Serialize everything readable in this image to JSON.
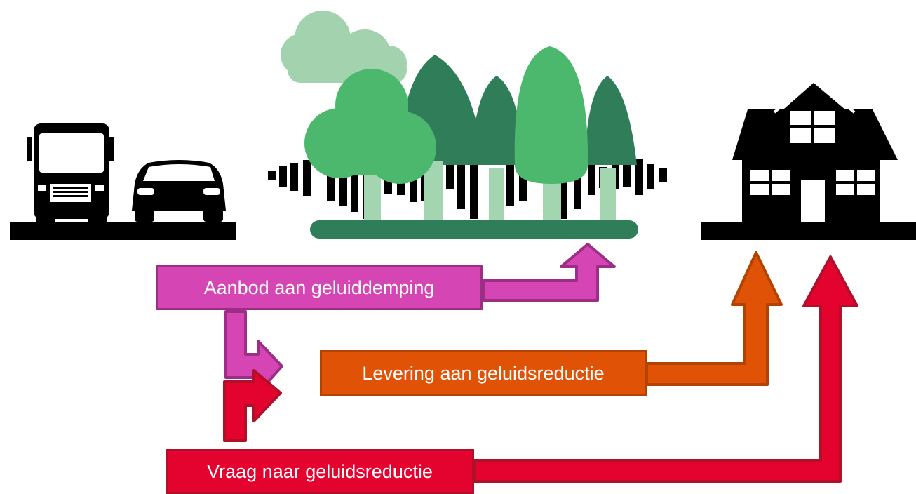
{
  "labels": {
    "supply": "Aanbod aan geluiddemping",
    "delivery": "Levering aan geluidsreductie",
    "demand": "Vraag naar geluidsreductie"
  },
  "colors": {
    "supply": "#d546b4",
    "delivery": "#e05206",
    "demand": "#e4032e",
    "silhouette": "#000000",
    "tree_light": "#4cb86d",
    "tree_dark": "#2f7d59",
    "tree_pale": "#a3d6b0",
    "cloud": "#a3d3ae"
  },
  "icons": [
    "truck-icon",
    "car-icon",
    "road-icon",
    "sound-wave-icon",
    "forest-icon",
    "cloud-icon",
    "house-icon"
  ]
}
